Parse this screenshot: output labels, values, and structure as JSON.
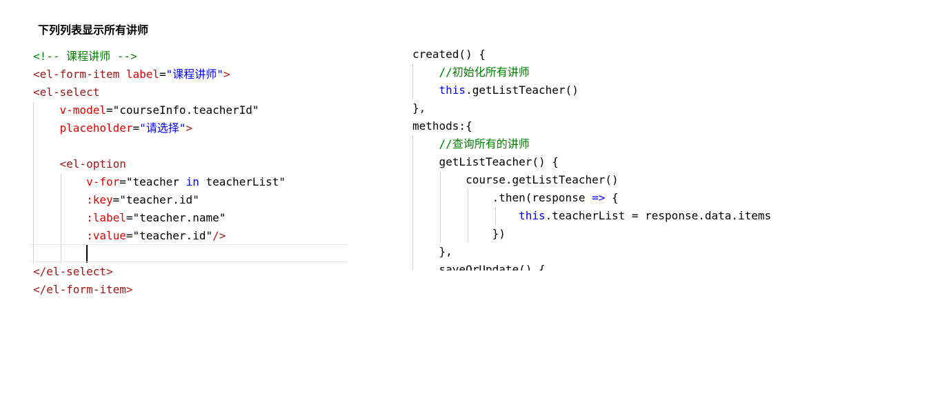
{
  "heading": "下列列表显示所有讲师",
  "left_code": [
    [
      [
        "cm",
        "<!-- 课程讲师 -->"
      ]
    ],
    [
      [
        "tg",
        "<el-form-item "
      ],
      [
        "at",
        "label"
      ],
      [
        "pl",
        "="
      ],
      [
        "st",
        "\"课程讲师\""
      ],
      [
        "tg",
        ">"
      ]
    ],
    [
      [
        "tg",
        "<el-select"
      ]
    ],
    [
      [
        "pl",
        "    "
      ],
      [
        "at",
        "v-model"
      ],
      [
        "pl",
        "=\"courseInfo.teacherId\""
      ]
    ],
    [
      [
        "pl",
        "    "
      ],
      [
        "at",
        "placeholder"
      ],
      [
        "pl",
        "="
      ],
      [
        "st",
        "\"请选择\""
      ],
      [
        "tg",
        ">"
      ]
    ],
    [
      [
        "pl",
        ""
      ]
    ],
    [
      [
        "pl",
        "    "
      ],
      [
        "tg",
        "<el-option"
      ]
    ],
    [
      [
        "pl",
        "        "
      ],
      [
        "at",
        "v-for"
      ],
      [
        "pl",
        "=\"teacher "
      ],
      [
        "kw",
        "in"
      ],
      [
        "pl",
        " teacherList\""
      ]
    ],
    [
      [
        "pl",
        "        "
      ],
      [
        "at",
        ":key"
      ],
      [
        "pl",
        "=\"teacher.id\""
      ]
    ],
    [
      [
        "pl",
        "        "
      ],
      [
        "at",
        ":label"
      ],
      [
        "pl",
        "=\"teacher.name\""
      ]
    ],
    [
      [
        "pl",
        "        "
      ],
      [
        "at",
        ":value"
      ],
      [
        "pl",
        "=\"teacher.id\""
      ],
      [
        "tg",
        "/>"
      ]
    ],
    [
      [
        "pl",
        "        "
      ],
      [
        "caret",
        ""
      ]
    ],
    [
      [
        "tg",
        "</el-select>"
      ]
    ],
    [
      [
        "tg",
        "</el-form-item>"
      ]
    ]
  ],
  "right_code": [
    [
      [
        "pl",
        "created() {"
      ]
    ],
    [
      [
        "pl",
        "    "
      ],
      [
        "cm",
        "//初始化所有讲师"
      ]
    ],
    [
      [
        "pl",
        "    "
      ],
      [
        "kw",
        "this"
      ],
      [
        "pl",
        ".getListTeacher()"
      ]
    ],
    [
      [
        "pl",
        "},"
      ]
    ],
    [
      [
        "pl",
        "methods:{"
      ]
    ],
    [
      [
        "pl",
        "    "
      ],
      [
        "cm",
        "//查询所有的讲师"
      ]
    ],
    [
      [
        "pl",
        "    getListTeacher() {"
      ]
    ],
    [
      [
        "pl",
        "        course.getListTeacher()"
      ]
    ],
    [
      [
        "pl",
        "            .then(response "
      ],
      [
        "kw",
        "=>"
      ],
      [
        "pl",
        " {"
      ]
    ],
    [
      [
        "pl",
        "                "
      ],
      [
        "kw",
        "this"
      ],
      [
        "pl",
        ".teacherList = response.data.items"
      ]
    ],
    [
      [
        "pl",
        "            })"
      ]
    ],
    [
      [
        "pl",
        "    },"
      ]
    ],
    [
      [
        "pl",
        "    saveOrUpdate() {"
      ]
    ]
  ]
}
